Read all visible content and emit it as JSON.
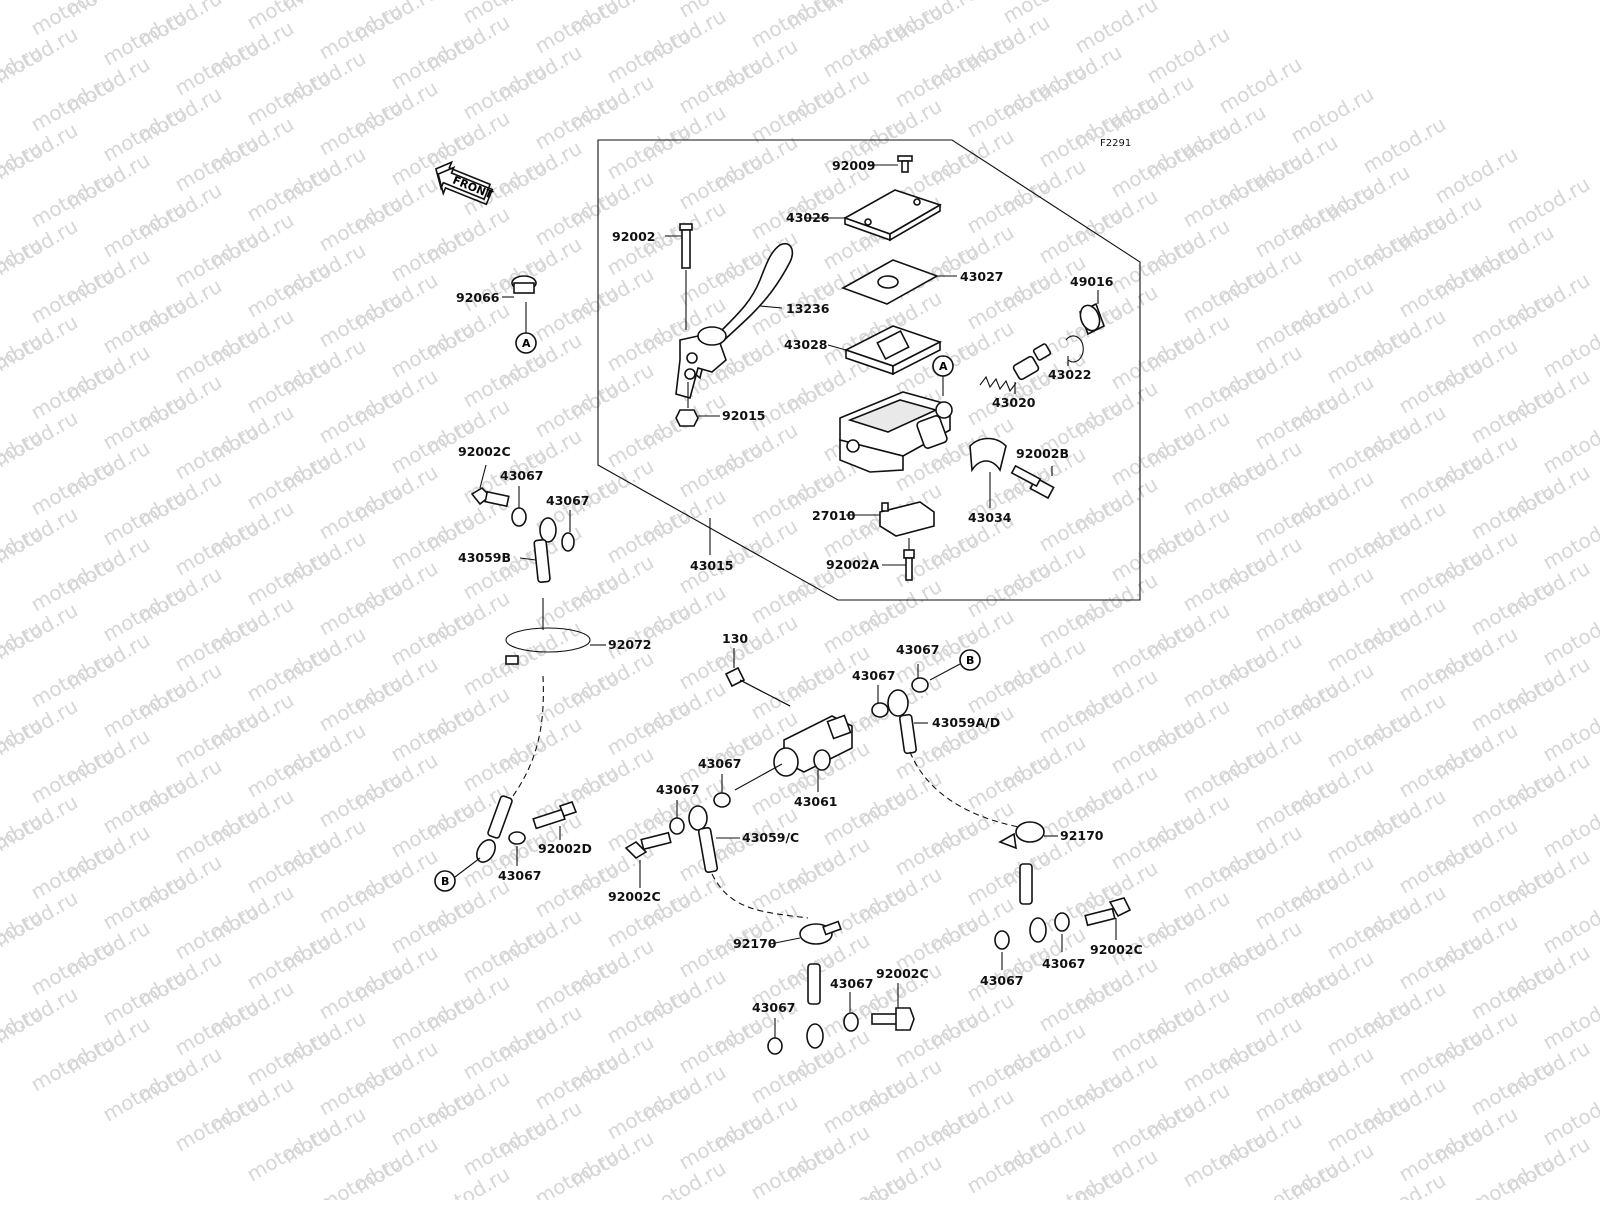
{
  "watermark": "motod.ru",
  "figure_code": "F2291",
  "front_label": "FRONT",
  "ref_markers": {
    "a": "A",
    "b": "B"
  },
  "labels": {
    "p92009": "92009",
    "p43026": "43026",
    "p92002": "92002",
    "p13236": "13236",
    "p43027": "43027",
    "p49016": "49016",
    "p43028": "43028",
    "p43022": "43022",
    "p43020": "43020",
    "p92015": "92015",
    "p92002b": "92002B",
    "p43034": "43034",
    "p27010": "27010",
    "p92002a": "92002A",
    "p43015": "43015",
    "p92066": "92066",
    "p92002c_top": "92002C",
    "p43067_a": "43067",
    "p43067_b": "43067",
    "p43059b": "43059B",
    "p92072": "92072",
    "p130": "130",
    "p43067_c": "43067",
    "p43067_d": "43067",
    "p43059ad": "43059A/D",
    "p43067_e": "43067",
    "p43061": "43061",
    "p43067_f": "43067",
    "p43059c": "43059/C",
    "p92170_r": "92170",
    "p92002d": "92002D",
    "p43067_g": "43067",
    "p92002c_l": "92002C",
    "p92170_b": "92170",
    "p43067_h": "43067",
    "p92002c_b": "92002C",
    "p43067_i": "43067",
    "p43067_j": "43067",
    "p43067_k": "43067",
    "p92002c_r": "92002C"
  }
}
